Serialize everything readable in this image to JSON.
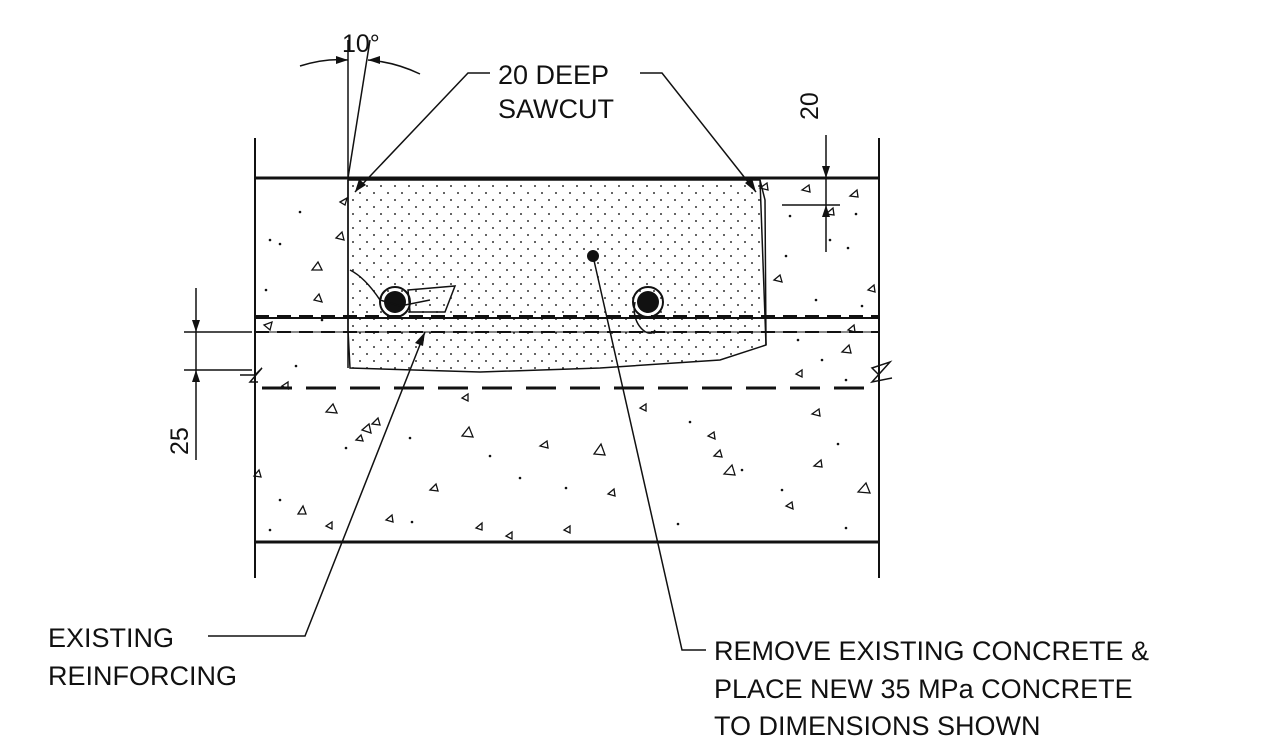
{
  "labels": {
    "sawcut_line1": "20 DEEP",
    "sawcut_line2": "SAWCUT",
    "reinforcing_line1": "EXISTING",
    "reinforcing_line2": "REINFORCING",
    "remove_line1": "REMOVE EXISTING CONCRETE &",
    "remove_line2": "PLACE NEW 35 MPa CONCRETE",
    "remove_line3": "TO DIMENSIONS SHOWN"
  },
  "dimensions": {
    "angle": "10°",
    "depth_top": "20",
    "cover_side": "25"
  },
  "colors": {
    "ink": "#111111",
    "paper": "#ffffff"
  }
}
